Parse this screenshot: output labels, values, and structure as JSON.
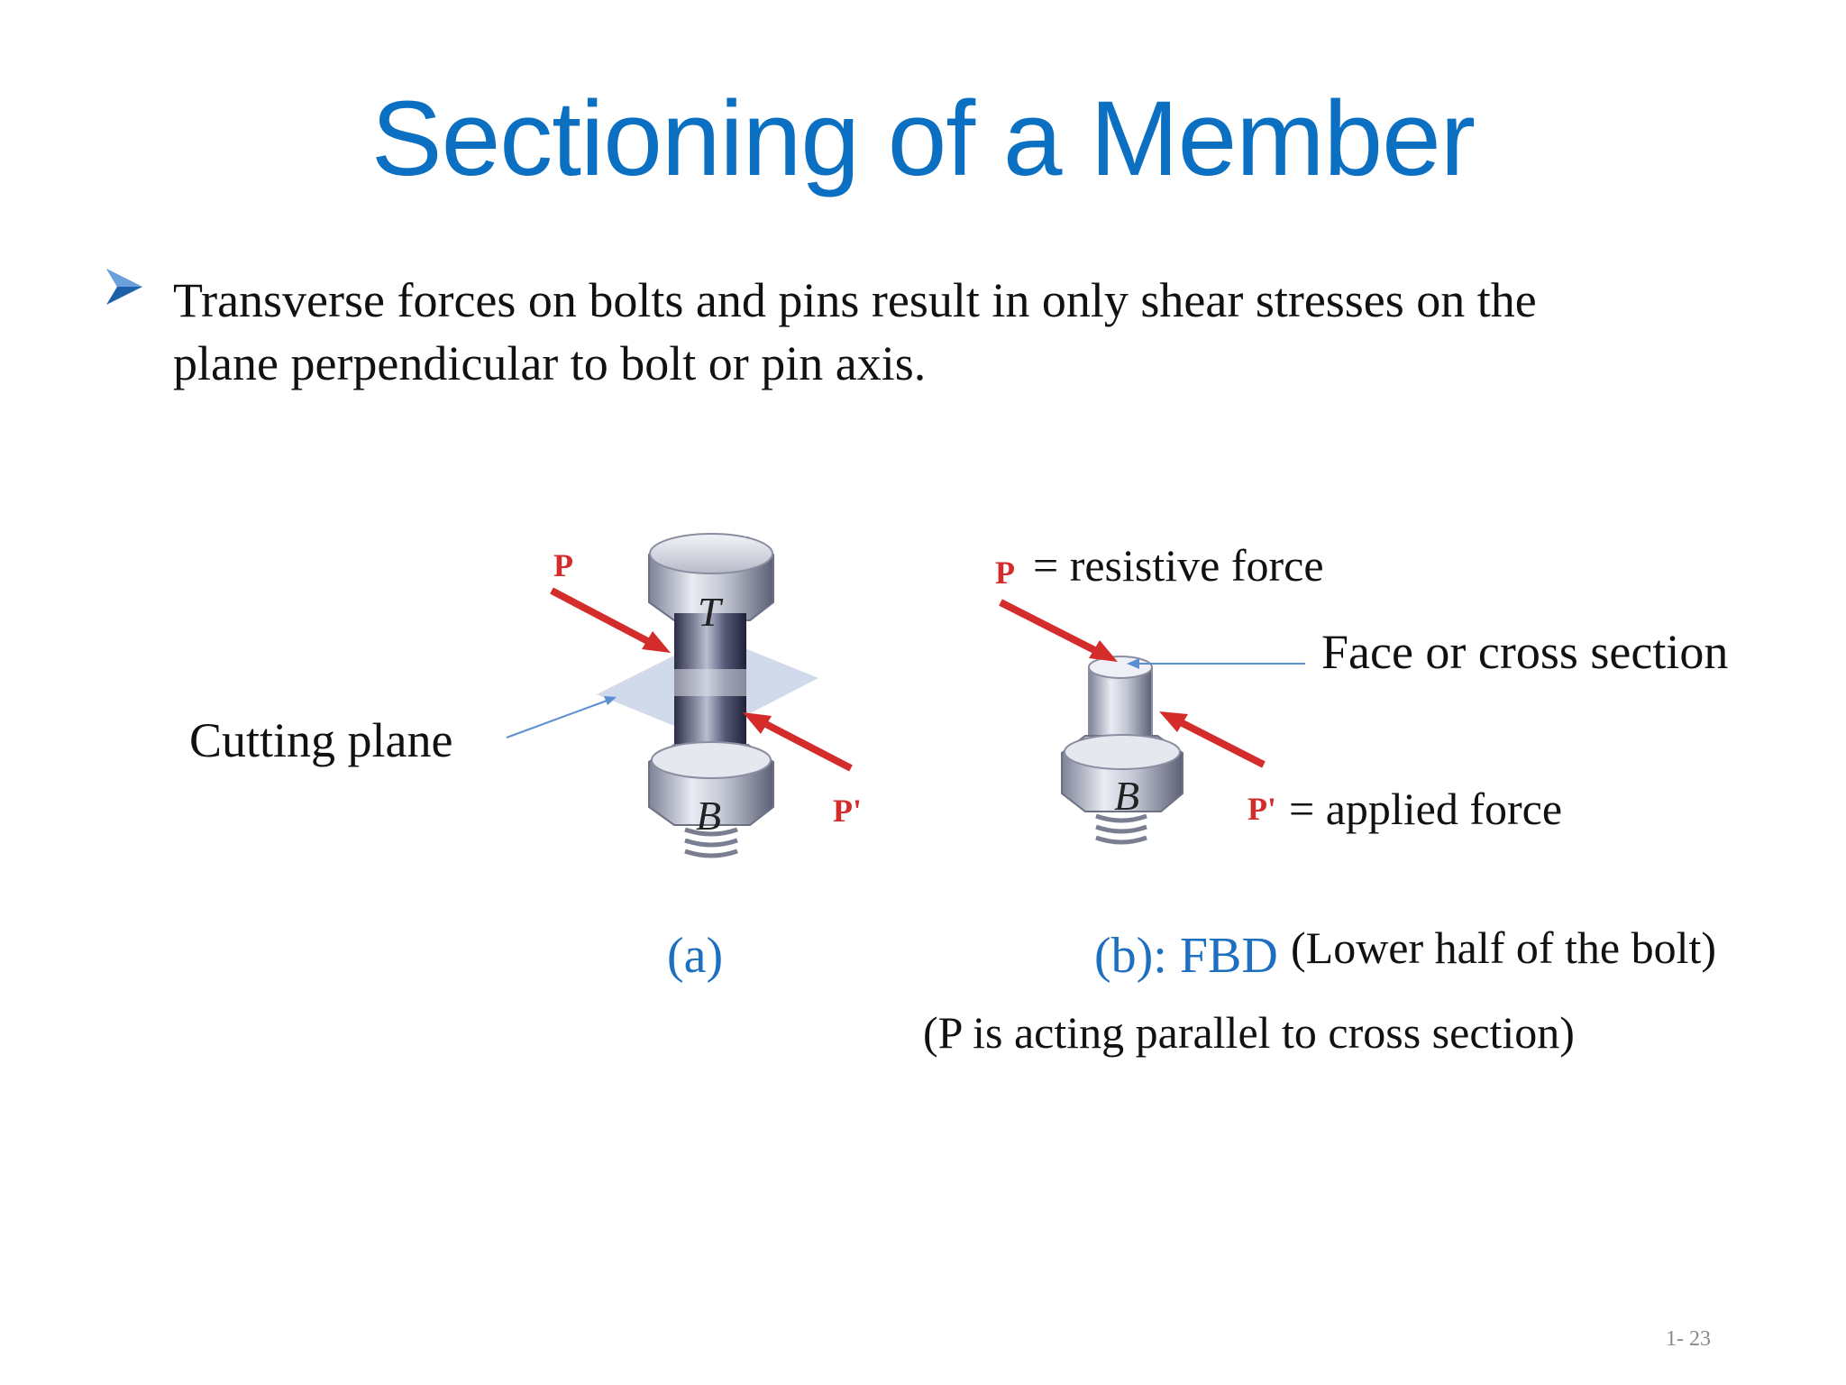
{
  "slide": {
    "title": "Sectioning of a Member",
    "bullet": {
      "line1": "Transverse forces on bolts and pins result in only shear stresses on the",
      "line2": "plane perpendicular to bolt or pin axis."
    },
    "figure_a": {
      "P": "P",
      "P_prime": "P'",
      "T": "T",
      "B": "B",
      "cutting_plane": "Cutting plane",
      "caption": "(a)"
    },
    "figure_b": {
      "P": "P",
      "P_prime": "P'",
      "B": "B",
      "resistive": "= resistive force",
      "applied": "= applied force",
      "face": "Face or cross section",
      "caption": "(b): FBD",
      "caption_note": "(Lower half of the bolt)",
      "note": "(P is acting parallel to cross section)"
    },
    "slide_number": "1- 23"
  },
  "colors": {
    "title": "#0b6fc2",
    "caption": "#1f6fc0",
    "force_arrow": "#d42b2b",
    "pointer": "#5b8fd1"
  }
}
